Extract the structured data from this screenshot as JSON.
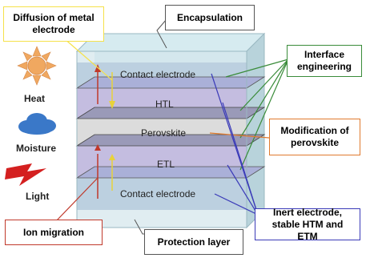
{
  "diagram": {
    "layers": [
      {
        "label": "Contact electrode"
      },
      {
        "label": "HTL"
      },
      {
        "label": "Perovskite"
      },
      {
        "label": "ETL"
      },
      {
        "label": "Contact electrode"
      }
    ],
    "callouts": {
      "diffusion": "Diffusion of metal electrode",
      "encapsulation": "Encapsulation",
      "interface": "Interface engineering",
      "modification": "Modification of perovskite",
      "inert": "Inert electrode, stable HTM and ETM",
      "ion_migration": "Ion migration",
      "protection": "Protection layer"
    },
    "stressors": [
      {
        "label": "Heat",
        "icon": "sun-icon"
      },
      {
        "label": "Moisture",
        "icon": "cloud-icon"
      },
      {
        "label": "Light",
        "icon": "lightning-icon"
      }
    ],
    "colors": {
      "contact_layer": "#bcd0e0",
      "htl_layer": "#c4bde0",
      "perovskite_layer": "#dcdcdc",
      "etl_layer": "#c4bde0",
      "shell": "#c6dfe6",
      "diffusion_border": "#f5e14a",
      "encapsulation_border": "#555555",
      "interface_border": "#3a8c3a",
      "modification_border": "#e07a2e",
      "inert_border": "#3a3ab8",
      "ion_border": "#c0392b",
      "protection_border": "#555555",
      "sun": "#f0a860",
      "cloud": "#3a78c8",
      "lightning": "#d42020"
    }
  }
}
